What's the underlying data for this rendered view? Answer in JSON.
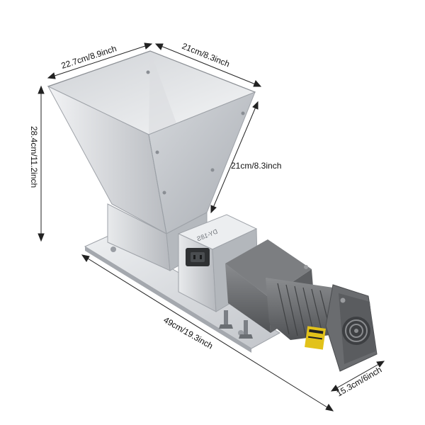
{
  "dimensions": {
    "hopper_width": "22.7cm/8.9inch",
    "hopper_depth": "21cm/8.3inch",
    "hopper_side": "21cm/8.3inch",
    "total_height": "28.4cm/11.2inch",
    "base_length": "49cm/19.3inch",
    "motor_width": "15.3cm/6inch"
  },
  "machine_markings": {
    "plate_text": "DY-18S"
  },
  "colors": {
    "steel_light": "#e4e6e9",
    "steel_mid": "#c7cacf",
    "steel_dark": "#9da1a7",
    "motor_gray": "#6c6e71",
    "motor_dark": "#4a4c4f",
    "warning_label": "#e2c21a",
    "dimension_line": "#222222"
  }
}
